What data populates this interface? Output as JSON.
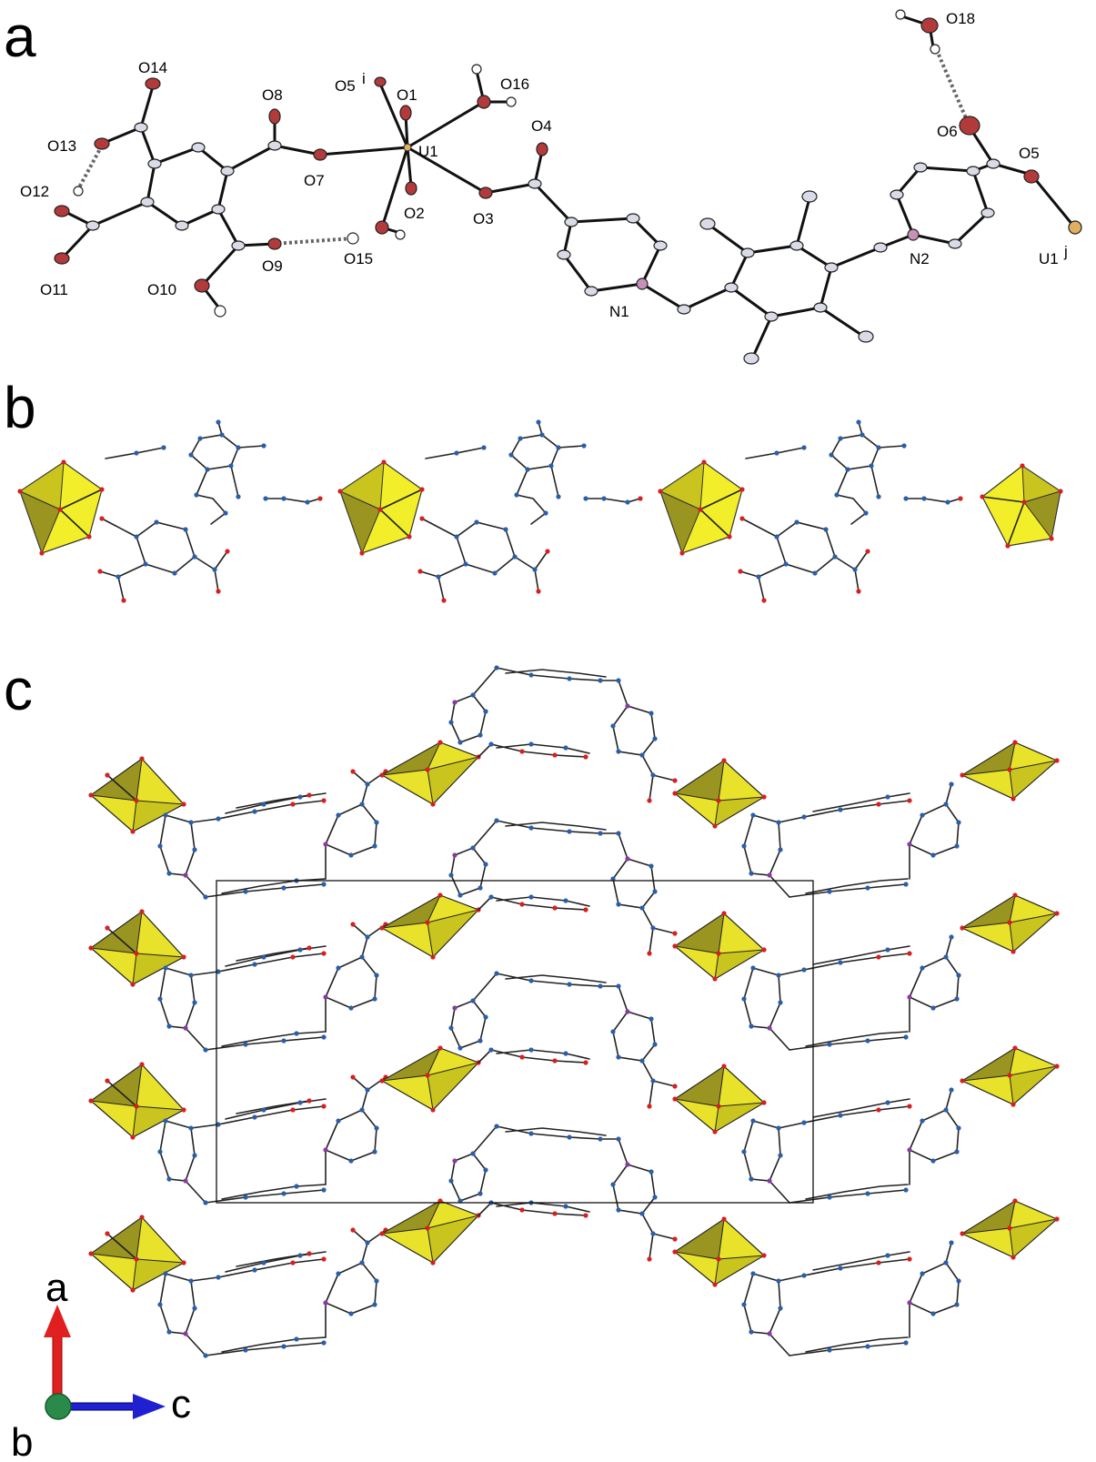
{
  "panels": {
    "a": "a",
    "b": "b",
    "c": "c"
  },
  "colors": {
    "oxygen": "#b33a3a",
    "carbon": "#d9dbe6",
    "nitrogen": "#c890b8",
    "uranium": "#e0b060",
    "hydrogen": "#ffffff",
    "polyhedron_light": "#f2ee2a",
    "polyhedron_dark": "#9a9420",
    "small_atom_blue": "#2a5fa8",
    "small_atom_red": "#d62020",
    "small_atom_purple": "#8a3aa0",
    "axis_a": "#e02020",
    "axis_c": "#2020d0",
    "axis_b": "#2a8a4a"
  },
  "atom_labels": {
    "O14": "O14",
    "O13": "O13",
    "O12": "O12",
    "O11": "O11",
    "O8": "O8",
    "O7": "O7",
    "O5i": "O5",
    "O5i_sup": "i",
    "O1": "O1",
    "U1": "U1",
    "O16": "O16",
    "O4": "O4",
    "O2": "O2",
    "O3": "O3",
    "O9": "O9",
    "O15": "O15",
    "O10": "O10",
    "N1": "N1",
    "N2": "N2",
    "O18": "O18",
    "O6": "O6",
    "O5": "O5",
    "U1j": "U1",
    "U1j_sup": "j"
  },
  "axes": {
    "a": "a",
    "b": "b",
    "c": "c"
  }
}
